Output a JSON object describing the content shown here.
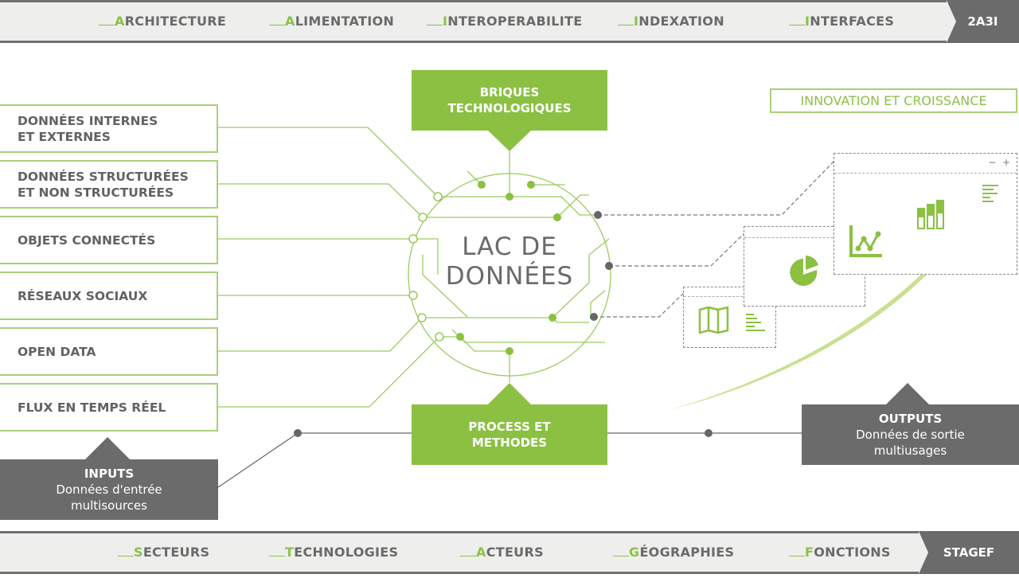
{
  "top_nav": {
    "items": [
      {
        "first": "A",
        "rest": "RCHITECTURE"
      },
      {
        "first": "A",
        "rest": "LIMENTATION"
      },
      {
        "first": "I",
        "rest": "NTEROPERABILITE"
      },
      {
        "first": "I",
        "rest": "NDEXATION"
      },
      {
        "first": "I",
        "rest": "NTERFACES"
      }
    ],
    "brand": "2A3I"
  },
  "bottom_nav": {
    "items": [
      {
        "first": "S",
        "rest": "ECTEURS"
      },
      {
        "first": "T",
        "rest": "ECHNOLOGIES"
      },
      {
        "first": "A",
        "rest": "CTEURS"
      },
      {
        "first": "G",
        "rest": "ÉOGRAPHIES"
      },
      {
        "first": "F",
        "rest": "ONCTIONS"
      }
    ],
    "brand": "STAGEF"
  },
  "inputs": {
    "items": [
      {
        "l1": "DONNÉES INTERNES",
        "l2": "ET EXTERNES"
      },
      {
        "l1": "DONNÉES STRUCTURÉES",
        "l2": "ET NON STRUCTURÉES"
      },
      {
        "l1": "OBJETS CONNECTÉS",
        "l2": ""
      },
      {
        "l1": "RÉSEAUX SOCIAUX",
        "l2": ""
      },
      {
        "l1": "OPEN DATA",
        "l2": ""
      },
      {
        "l1": "FLUX EN TEMPS RÉEL",
        "l2": ""
      }
    ],
    "title": "INPUTS",
    "sub1": "Données d'entrée",
    "sub2": "multisources"
  },
  "center": {
    "l1": "LAC DE",
    "l2": "DONNÉES"
  },
  "briques": {
    "l1": "BRIQUES",
    "l2": "TECHNOLOGIQUES"
  },
  "process": {
    "l1": "PROCESS ET",
    "l2": "METHODES"
  },
  "outputs": {
    "title": "OUTPUTS",
    "sub1": "Données de sortie",
    "sub2": "multiusages"
  },
  "innovation": "INNOVATION ET CROISSANCE",
  "window_controls": {
    "minus": "−",
    "plus": "+"
  },
  "colors": {
    "green": "#8bc043",
    "gray": "#6b6b6b"
  }
}
